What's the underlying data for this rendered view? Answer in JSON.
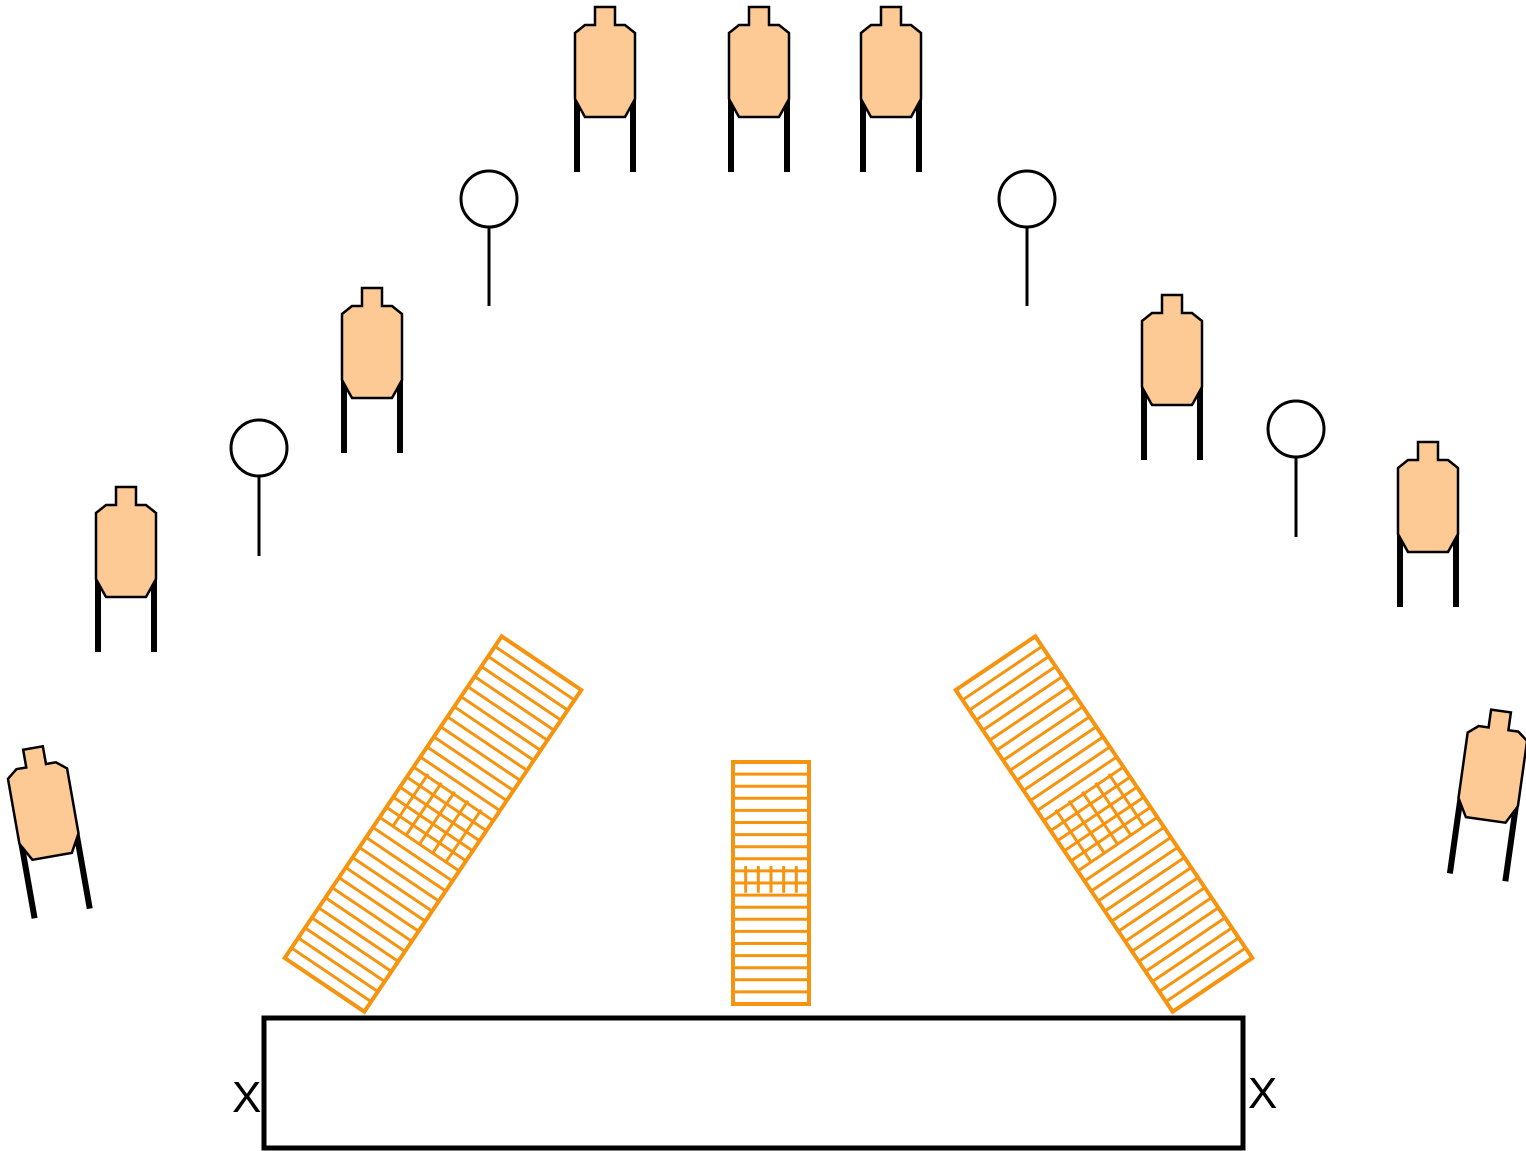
{
  "diagram": {
    "colors": {
      "target_fill": "#fdca96",
      "target_stroke": "#000000",
      "stand": "#000000",
      "plate_stroke": "#000000",
      "wall": "#f7940f",
      "shooting_box": "#000000",
      "background": "#ffffff"
    },
    "paper_targets": [
      {
        "name": "paper-target-top-left"
      },
      {
        "name": "paper-target-top-center"
      },
      {
        "name": "paper-target-top-right"
      },
      {
        "name": "paper-target-upper-left"
      },
      {
        "name": "paper-target-mid-left"
      },
      {
        "name": "paper-target-far-left"
      },
      {
        "name": "paper-target-upper-right"
      },
      {
        "name": "paper-target-mid-right"
      },
      {
        "name": "paper-target-far-right"
      }
    ],
    "steel_plates": [
      {
        "name": "steel-plate-upper-left"
      },
      {
        "name": "steel-plate-lower-left"
      },
      {
        "name": "steel-plate-upper-right"
      },
      {
        "name": "steel-plate-lower-right"
      }
    ],
    "walls": [
      {
        "name": "wall-left"
      },
      {
        "name": "wall-center"
      },
      {
        "name": "wall-right"
      }
    ],
    "shooting_area": {
      "name": "shooting-box"
    },
    "start_marks": {
      "left": "X",
      "right": "X"
    }
  }
}
